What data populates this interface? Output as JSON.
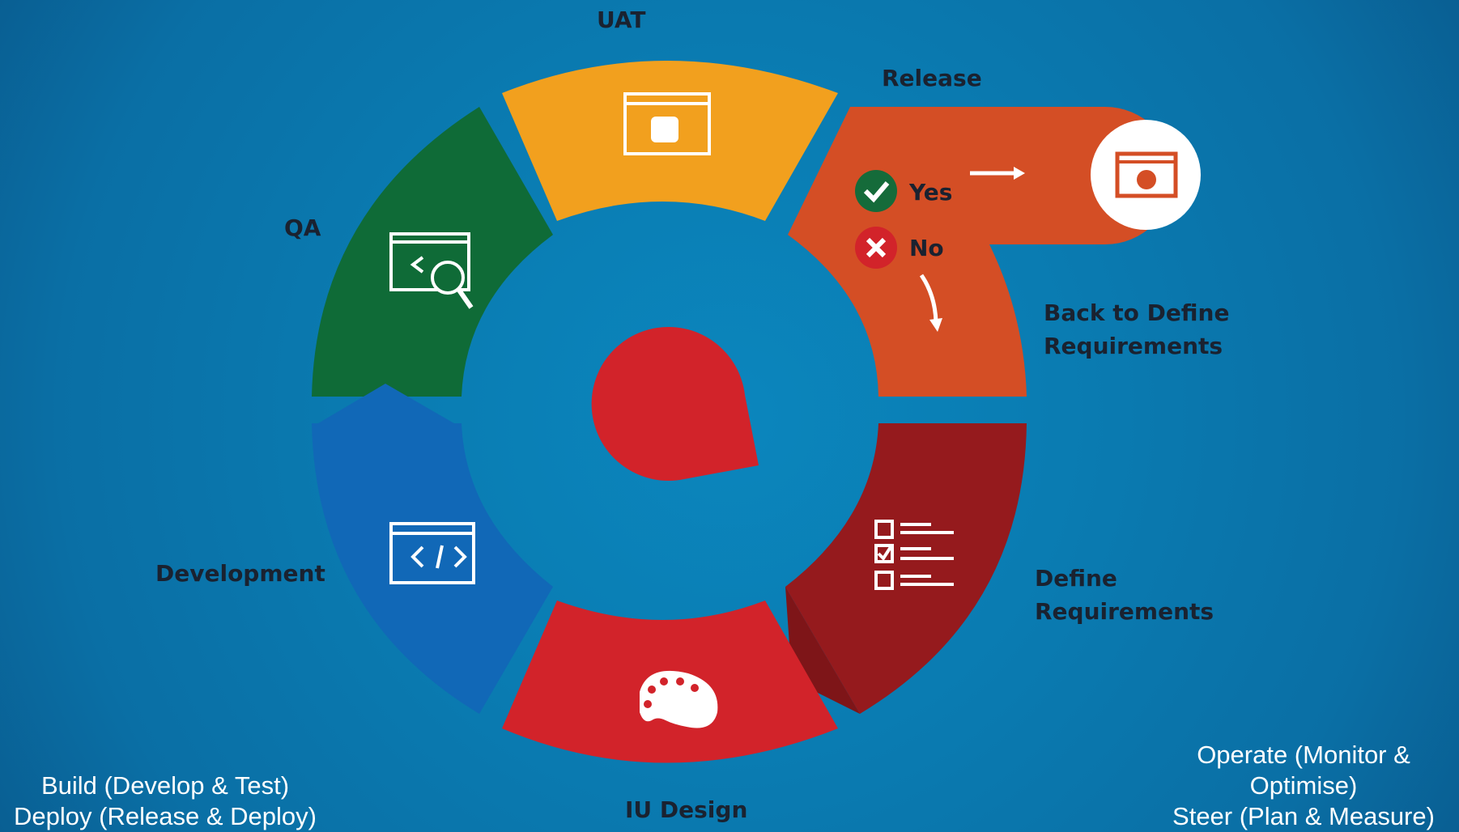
{
  "stages": {
    "uat": "UAT",
    "release": "Release",
    "qa": "QA",
    "back_to_define": [
      "Back to Define",
      "Requirements"
    ],
    "development": "Development",
    "define_requirements": [
      "Define",
      "Requirements"
    ],
    "ui_design": "IU Design"
  },
  "decision": {
    "yes": "Yes",
    "no": "No"
  },
  "footer": {
    "left": [
      "Build (Develop & Test)",
      "Deploy (Release & Deploy)"
    ],
    "right": [
      "Operate (Monitor &",
      "Optimise)",
      "Steer (Plan & Measure)"
    ]
  },
  "colors": {
    "uat": "#f2a01e",
    "release": "#d44e25",
    "qa": "#0f6b37",
    "development": "#1168b7",
    "define_requirements": "#951a1d",
    "ui_design": "#d2232a",
    "center": "#d2232a",
    "check": "#156b3a",
    "cross": "#d2232a"
  },
  "icons": [
    "browser-thumbs-up-icon",
    "browser-check-icon",
    "code-search-icon",
    "code-window-icon",
    "checklist-icon",
    "palette-icon",
    "check-icon",
    "cross-icon",
    "arrow-right-icon",
    "arrow-down-icon"
  ]
}
